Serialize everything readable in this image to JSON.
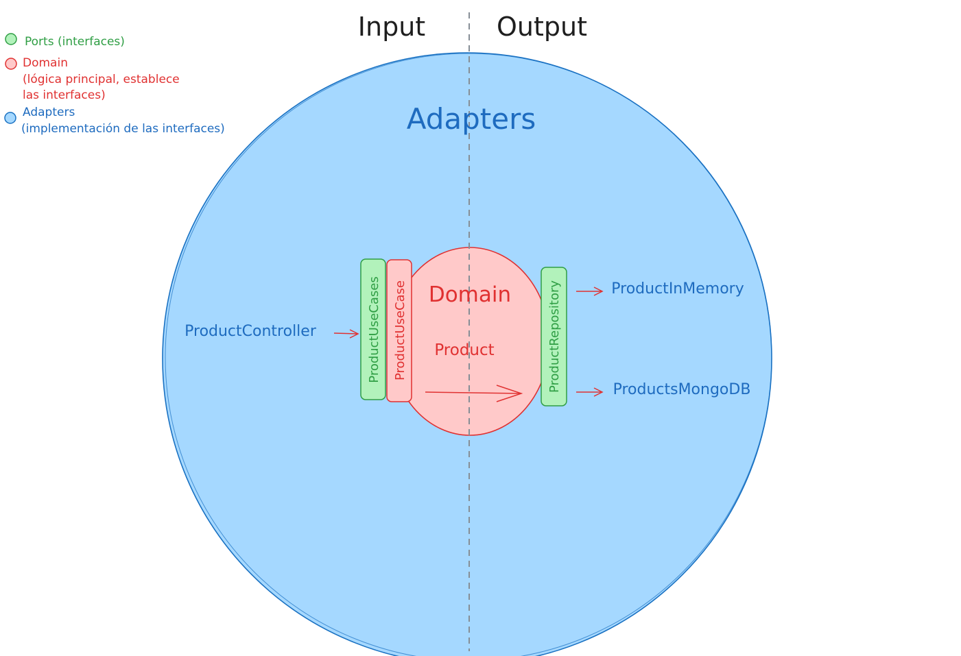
{
  "header": {
    "input_label": "Input",
    "output_label": "Output"
  },
  "legend": {
    "ports": "Ports (interfaces)",
    "domain": "Domain",
    "domain_desc_1": "(lógica principal, establece",
    "domain_desc_2": "las interfaces)",
    "adapters": "Adapters",
    "adapters_desc": "(implementación de las interfaces)"
  },
  "diagram": {
    "adapters_title": "Adapters",
    "domain_title": "Domain",
    "entity": "Product",
    "input_port": "ProductUseCases",
    "use_case": "ProductUseCase",
    "output_port": "ProductRepository",
    "input_adapter": "ProductController",
    "output_adapter_1": "ProductInMemory",
    "output_adapter_2": "ProductsMongoDB"
  },
  "colors": {
    "adapters_fill": "#a5d8ff",
    "adapters_stroke": "#1971c2",
    "domain_fill": "#ffc9c9",
    "domain_stroke": "#e03131",
    "ports_fill": "#b2f2bb",
    "ports_stroke": "#2f9e44",
    "divider": "#868e96"
  }
}
